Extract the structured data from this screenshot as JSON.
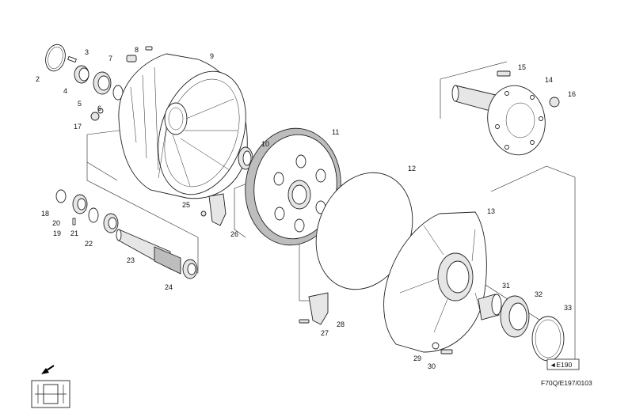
{
  "diagram": {
    "drawing_code": "F70Q/E197/0103",
    "ref_tag": "◄E190",
    "part_numbers": [
      "2",
      "3",
      "4",
      "5",
      "6",
      "7",
      "8",
      "9",
      "10",
      "11",
      "12",
      "13",
      "14",
      "15",
      "16",
      "17",
      "18",
      "19",
      "20",
      "21",
      "22",
      "23",
      "24",
      "25",
      "26",
      "27",
      "28",
      "29",
      "30",
      "31",
      "32",
      "33"
    ]
  }
}
